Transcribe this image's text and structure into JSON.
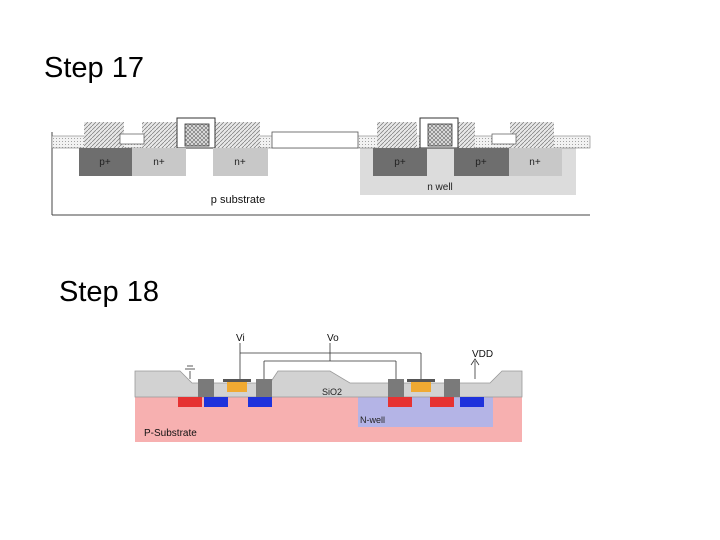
{
  "slide": {
    "step17_title": "Step 17",
    "step18_title": "Step 18"
  },
  "step17": {
    "regions": {
      "p1": "p+",
      "n1": "n+",
      "n2": "n+",
      "p2": "p+",
      "p3": "p+",
      "n3": "n+"
    },
    "nwell_label": "n well",
    "substrate_label": "p substrate"
  },
  "step18": {
    "vi_label": "Vi",
    "vo_label": "Vo",
    "vdd_label": "VDD",
    "sio2_label": "SiO2",
    "nwell_label": "N-well",
    "substrate_label": "P-Substrate",
    "colors": {
      "substrate": "#f7b0b0",
      "nwell": "#b4b4e6",
      "oxide": "#d2d2d2",
      "metal": "#7a7a7a",
      "n_plus": "#1e32dc",
      "p_plus": "#e63232",
      "poly": "#f0aa32"
    }
  }
}
